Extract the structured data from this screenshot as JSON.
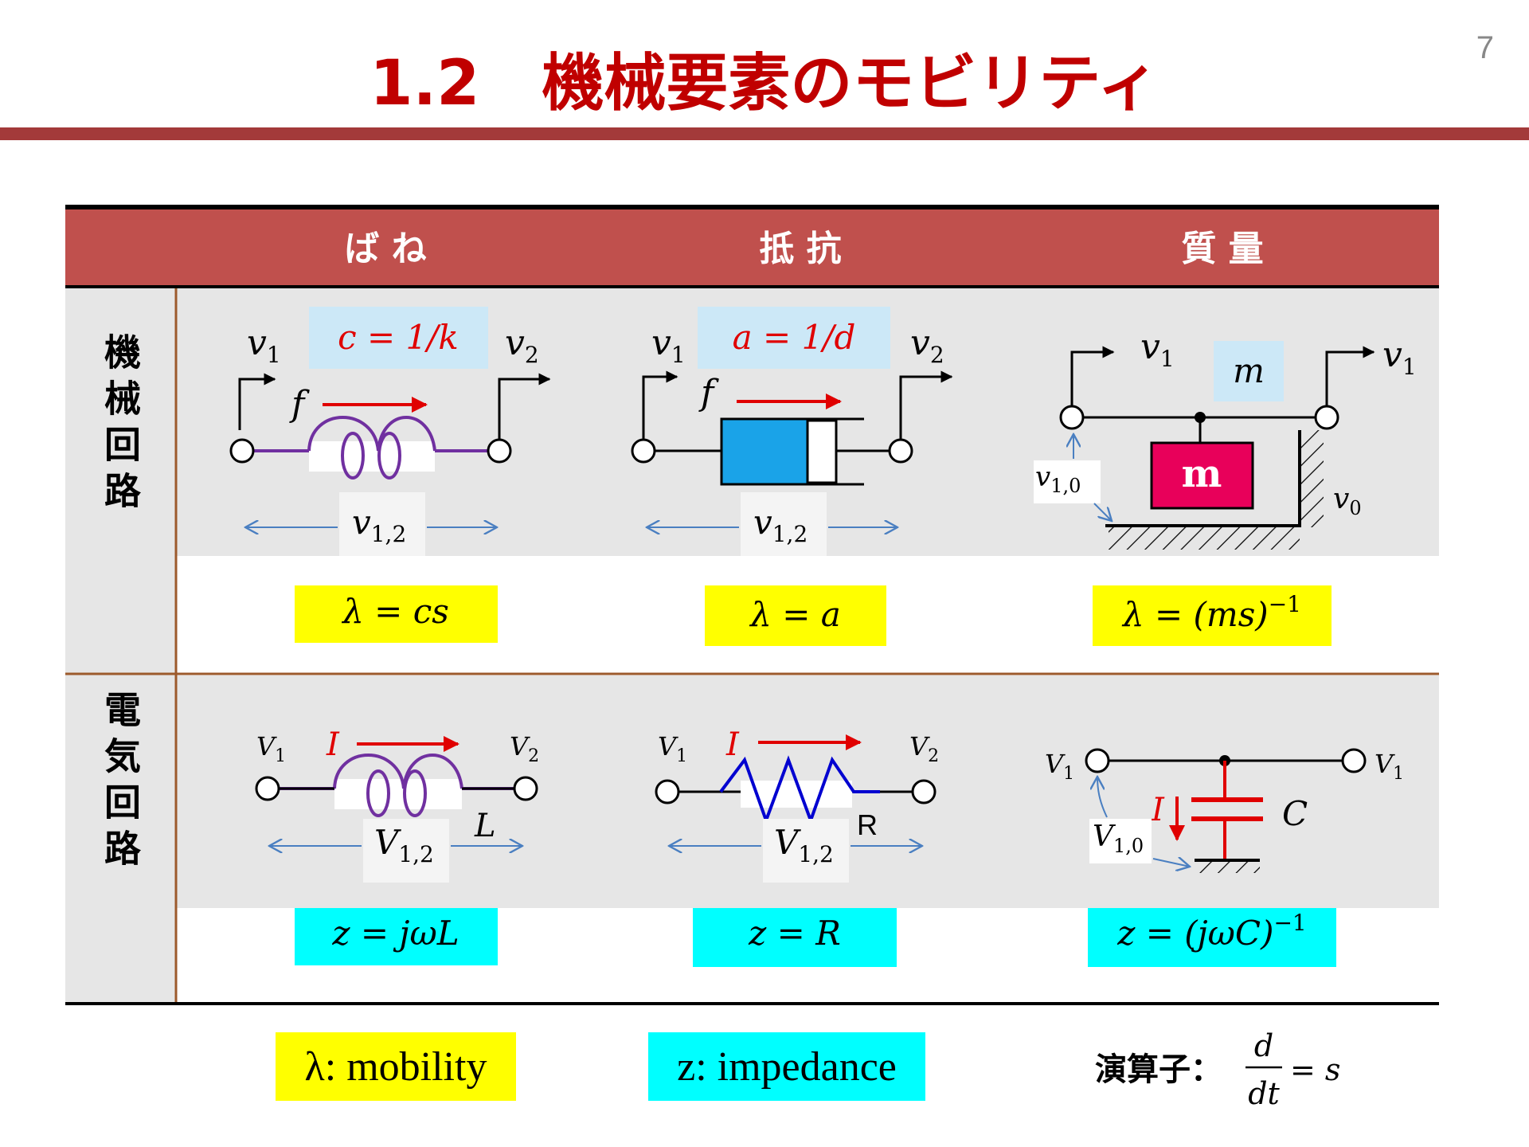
{
  "page": {
    "title": "1.2　機械要素のモビリティ",
    "page_number": "7"
  },
  "header": {
    "spring": "ば ね",
    "resistance": "抵 抗",
    "mass": "質 量"
  },
  "rows": {
    "mechanical": "機械回路",
    "electrical": "電気回路"
  },
  "mech": {
    "spring": {
      "v1": "v",
      "v1_sub": "1",
      "v2": "v",
      "v2_sub": "2",
      "param": "c = 1/k",
      "force": "f",
      "v12": "v",
      "v12_sub": "1,2",
      "mobility": "λ = cs"
    },
    "damper": {
      "v1": "v",
      "v1_sub": "1",
      "v2": "v",
      "v2_sub": "2",
      "param": "a = 1/d",
      "force": "f",
      "v12": "v",
      "v12_sub": "1,2",
      "mobility": "λ = a"
    },
    "mass": {
      "v1_left": "v",
      "v1_left_sub": "1",
      "v1_right": "v",
      "v1_right_sub": "1",
      "param": "m",
      "block": "m",
      "v10": "v",
      "v10_sub": "1,0",
      "v0": "v",
      "v0_sub": "0",
      "mobility_base": "λ = (ms)",
      "mobility_exp": "−1"
    }
  },
  "elec": {
    "inductor": {
      "V1": "V",
      "V1_sub": "1",
      "V2": "V",
      "V2_sub": "2",
      "current": "I",
      "L": "L",
      "V12": "V",
      "V12_sub": "1,2",
      "impedance": "z = jωL"
    },
    "resistor": {
      "V1": "V",
      "V1_sub": "1",
      "V2": "V",
      "V2_sub": "2",
      "current": "I",
      "R": "R",
      "V12": "V",
      "V12_sub": "1,2",
      "impedance": "z = R"
    },
    "capacitor": {
      "V1_left": "V",
      "V1_left_sub": "1",
      "V1_right": "V",
      "V1_right_sub": "1",
      "current": "I",
      "C": "C",
      "V10": "V",
      "V10_sub": "1,0",
      "impedance_base": "z = (jωC)",
      "impedance_exp": "−1"
    }
  },
  "legend": {
    "mobility": "λ: mobility",
    "impedance": "z: impedance",
    "operator_label": "演算子：",
    "operator_num": "d",
    "operator_den": "dt",
    "operator_rhs": "= s"
  },
  "colors": {
    "title_red": "#c00000",
    "header_fill": "#c0504d",
    "row_gray": "#e6e6e6",
    "rule": "#a33a3a",
    "divider_brown": "#9c5a2c",
    "param_blue": "#cce8f7",
    "yellow": "#ffff00",
    "cyan": "#00ffff",
    "coil_purple": "#7030a0",
    "arrow_red": "#e00000",
    "arrow_blue": "#4a7fc1",
    "damper_blue": "#1aa3e8",
    "mass_pink": "#e8005a",
    "resistor_blue": "#0000d0"
  }
}
